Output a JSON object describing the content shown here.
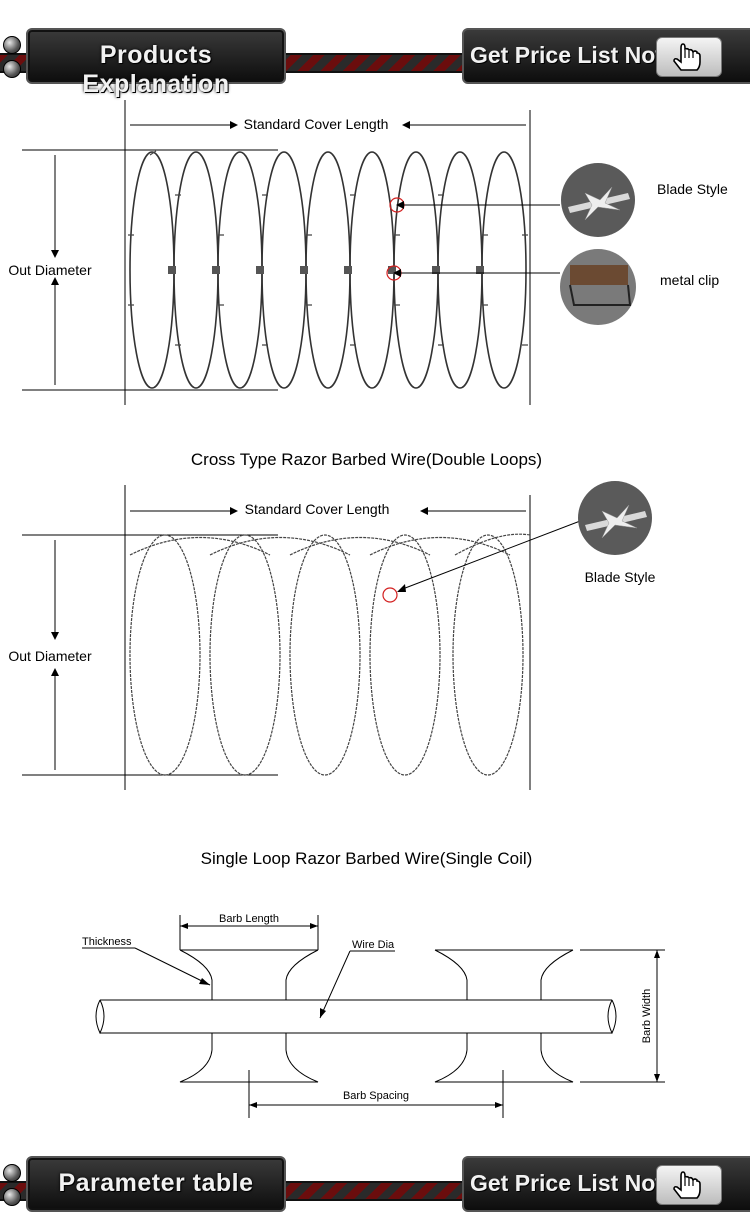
{
  "header": {
    "title": "Products Explanation",
    "cta": "Get Price List Now"
  },
  "diagram1": {
    "cover_length": "Standard Cover Length",
    "out_diameter": "Out Diameter",
    "callout_blade": "Blade Style",
    "callout_clip": "metal clip"
  },
  "diagram2": {
    "title": "Cross Type Razor Barbed Wire(Double Loops)",
    "cover_length": "Standard Cover Length",
    "out_diameter": "Out Diameter",
    "callout_blade": "Blade Style"
  },
  "diagram3": {
    "title": "Single Loop Razor Barbed Wire(Single Coil)",
    "barb_length": "Barb Length",
    "thickness": "Thickness",
    "wire_dia": "Wire Dia",
    "barb_width": "Barb Width",
    "barb_spacing": "Barb Spacing"
  },
  "footer": {
    "title": "Parameter table",
    "cta": "Get Price List Now"
  },
  "colors": {
    "banner_dark": "#1a1a1a",
    "stripe_red": "#6b0d0d",
    "callout_red": "#d32020"
  },
  "icons": {
    "cta_icon": "pointing-hand-icon",
    "screw_icon": "screw-icon"
  }
}
